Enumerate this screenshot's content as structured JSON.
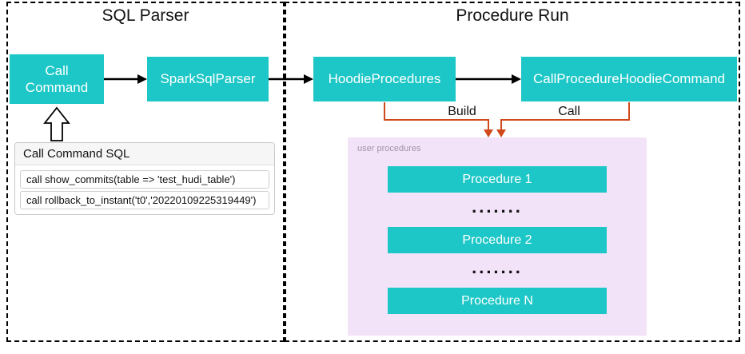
{
  "sections": {
    "sql_parser": {
      "title": "SQL Parser",
      "call_command_label": "Call Command",
      "spark_sql_parser_label": "SparkSqlParser",
      "sql_box": {
        "header": "Call Command SQL",
        "rows": [
          "call show_commits(table => 'test_hudi_table')",
          "call rollback_to_instant('t0','20220109225319449')"
        ]
      }
    },
    "procedure_run": {
      "title": "Procedure Run",
      "hoodie_procedures_label": "HoodieProcedures",
      "call_procedure_hoodie_command_label": "CallProcedureHoodieCommand",
      "build_label": "Build",
      "call_label": "Call",
      "user_procedures": {
        "label": "user procedures",
        "items": [
          "Procedure 1",
          "Procedure 2",
          "Procedure N"
        ],
        "dots": "......."
      }
    }
  },
  "colors": {
    "teal": "#1dc7c7",
    "lavender": "#f2e3f8",
    "orange": "#d0491b"
  }
}
